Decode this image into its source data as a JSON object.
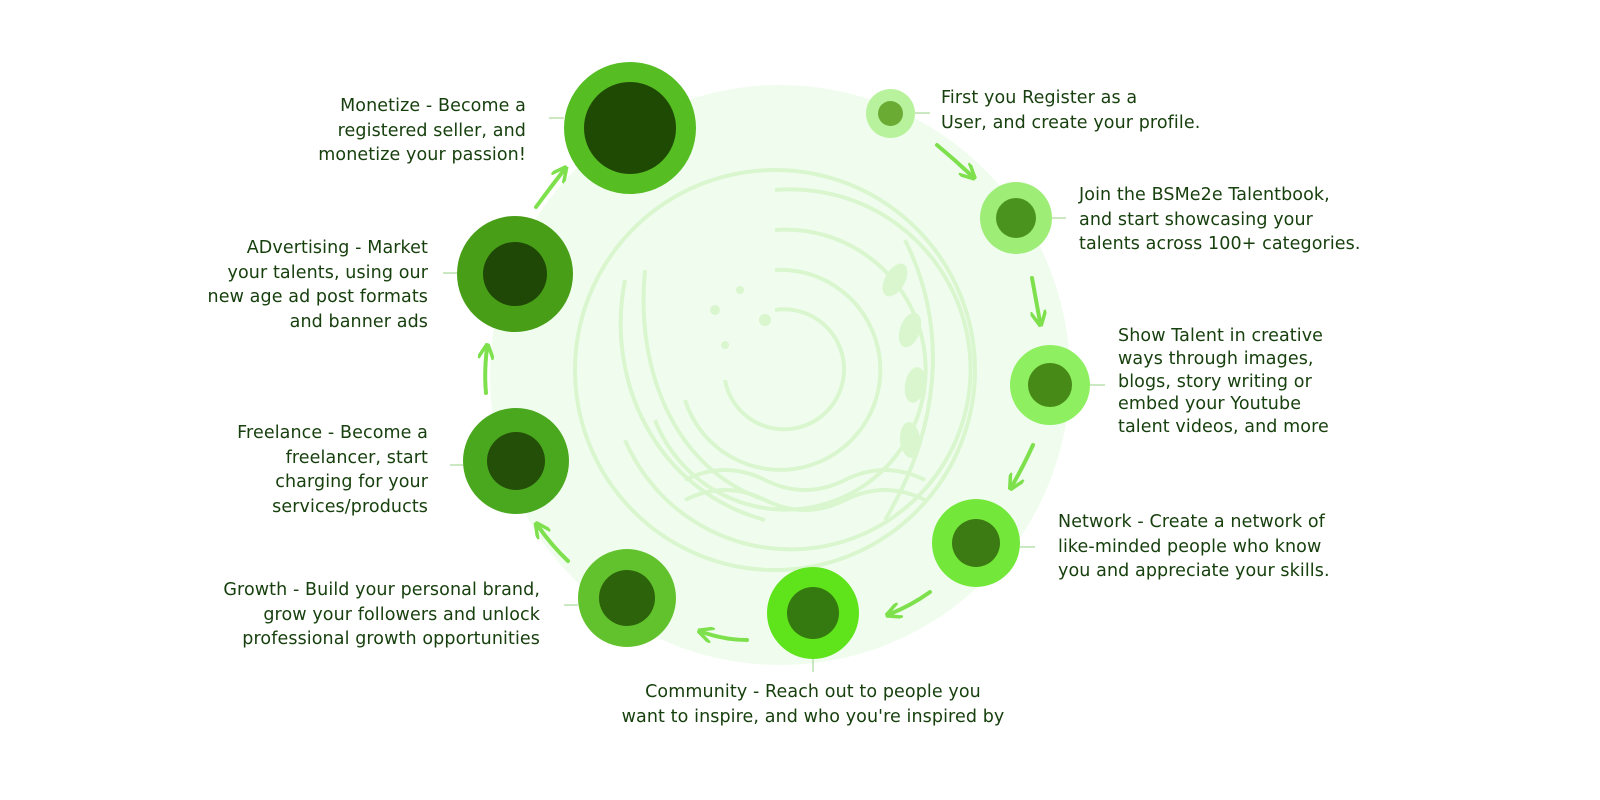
{
  "steps": [
    {
      "id": "register",
      "text": "First you Register as a\nUser, and create your profile.",
      "ring_color": "#b9f29d",
      "core_color": "#6aab34"
    },
    {
      "id": "join",
      "text": "Join the BSMe2e Talentbook,\nand start showcasing your\ntalents across 100+ categories.",
      "ring_color": "#9ded77",
      "core_color": "#4a931f"
    },
    {
      "id": "show-talent",
      "text": "Show Talent in creative\nways through images,\nblogs, story writing or\nembed your Youtube\ntalent videos, and more",
      "ring_color": "#8ef060",
      "core_color": "#478a18"
    },
    {
      "id": "network",
      "text": "Network - Create a network of\nlike-minded people who know\nyou and appreciate your skills.",
      "ring_color": "#74e83a",
      "core_color": "#3c7a13"
    },
    {
      "id": "community",
      "text": "Community - Reach out to people you\nwant to inspire, and who you're inspired by",
      "ring_color": "#5fe31b",
      "core_color": "#357a10"
    },
    {
      "id": "growth",
      "text": "Growth - Build your personal brand,\ngrow your followers and unlock\nprofessional growth opportunities",
      "ring_color": "#62c22d",
      "core_color": "#2d630b"
    },
    {
      "id": "freelance",
      "text": "Freelance - Become a\nfreelancer, start\ncharging for your\nservices/products",
      "ring_color": "#4aa81e",
      "core_color": "#244f08"
    },
    {
      "id": "advertising",
      "text": "ADvertising - Market\nyour talents, using our\nnew age ad post formats\nand banner ads",
      "ring_color": "#489f17",
      "core_color": "#1f4806"
    },
    {
      "id": "monetize",
      "text": "Monetize - Become a\nregistered seller, and\nmonetize your passion!",
      "ring_color": "#56bd23",
      "core_color": "#1f4a04"
    }
  ],
  "colors": {
    "text": "#17400e",
    "arrow": "#7fe04e",
    "connector": "#a8d89a",
    "background_disc": "#f0fdee"
  }
}
